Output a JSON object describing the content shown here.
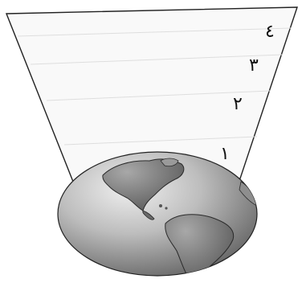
{
  "diagram": {
    "layer_labels": [
      "١",
      "٢",
      "٣",
      "٤"
    ]
  },
  "colors": {
    "outline": "#222222",
    "ocean_light": "#e2e2e2",
    "ocean_dark": "#6e6e6e",
    "land": "#8a8a8a",
    "land_dark": "#3c3c3c",
    "layer_line": "#dedede"
  },
  "icons": {
    "planet": "earth-globe-icon"
  }
}
